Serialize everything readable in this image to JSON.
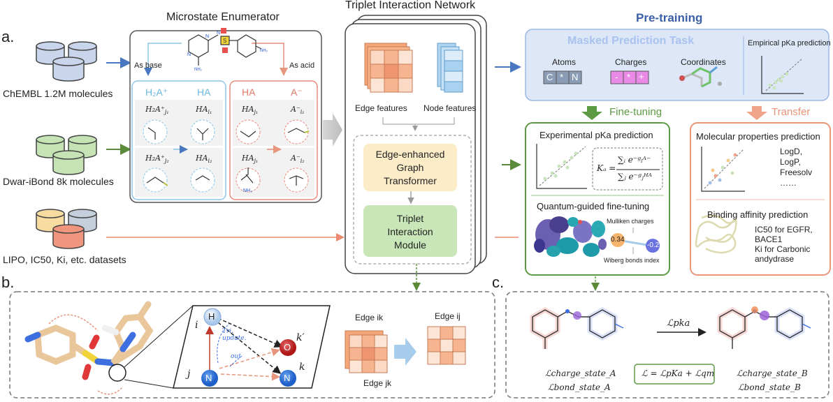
{
  "panel_labels": {
    "a": "a.",
    "b": "b.",
    "c": "c."
  },
  "datasets": {
    "chembl": "ChEMBL 1.2M molecules",
    "dwar": "Dwar-iBond 8k molecules",
    "lipo": "LIPO, IC50, Ki, etc. datasets"
  },
  "enumerator": {
    "title": "Microstate Enumerator",
    "as_base": "As base",
    "as_acid": "As acid",
    "base_states": {
      "h2a": "H₂A⁺",
      "ha": "HA"
    },
    "acid_states": {
      "ha": "HA",
      "a": "A⁻"
    },
    "molecule_labels": {
      "h2a_1": "H₂A⁺",
      "h2a_1_sub": "j₁",
      "h2a_2": "H₂A⁺",
      "h2a_2_sub": "j₂",
      "ha_1": "HA",
      "ha_1_sub": "i₁",
      "ha_2": "HA",
      "ha_2_sub": "i₂",
      "haj_1": "HA",
      "haj_1_sub": "j₁",
      "haj_2": "HA",
      "haj_2_sub": "j₁",
      "ai_1": "A⁻",
      "ai_1_sub": "i₁",
      "ai_2": "A⁻",
      "ai_2_sub": "i₂"
    },
    "atom_labels": {
      "nh2": "NH₂",
      "nh3": "NH₃⁺",
      "n": "N",
      "h": "H"
    }
  },
  "tin": {
    "title": "Triplet Interaction Network",
    "edge_features": "Edge features",
    "node_features": "Node features",
    "egt": [
      "Edge-enhanced",
      "Graph",
      "Transformer"
    ],
    "tim": [
      "Triplet",
      "Interaction",
      "Module"
    ]
  },
  "pretraining": {
    "title": "Pre-training",
    "task": "Masked Prediction Task",
    "atoms": "Atoms",
    "charges": "Charges",
    "coordinates": "Coordinates",
    "empirical": "Empirical pKa prediction",
    "atom_tokens": [
      "C",
      "*",
      "N"
    ],
    "charge_tokens": [
      "-",
      "*",
      "+"
    ]
  },
  "finetuning": {
    "label": "Fine-tuning",
    "exp_title": "Experimental pKa prediction",
    "quantum_title": "Quantum-guided fine-tuning",
    "mulliken": "Mulliken charges",
    "wiberg": "Wiberg bonds index",
    "val_pos": "0.34",
    "val_neg": "-0.2",
    "formula_lhs": "Kₐ =",
    "formula_num": "∑ᵢ e⁻ᵍᵢᴬ⁻",
    "formula_den": "∑ⱼ e⁻ᵍⱼᴴᴬ"
  },
  "transfer": {
    "label": "Transfer",
    "mol_title": "Molecular properties prediction",
    "props": [
      "LogD,",
      "LogP,",
      "Freesolv",
      "……"
    ],
    "bind_title": "Binding affinity prediction",
    "bind_lines": [
      "IC50 for EGFR,",
      "BACE1",
      "Ki for Carbonic",
      "andydrase"
    ]
  },
  "panel_b": {
    "node_i": "i",
    "node_j": "j",
    "node_k": "k",
    "node_kp": "k′",
    "atom_h": "H",
    "atom_o": "O",
    "atom_n1": "N",
    "atom_n2": "N",
    "tri_update": [
      "Tri.",
      "update."
    ],
    "out": "out",
    "edge_ik": "Edge ik",
    "edge_ij": "Edge ij",
    "edge_jk": "Edge jk"
  },
  "panel_c": {
    "loss_pka": "ℒpka",
    "charge_a": "ℒcharge_state_A",
    "bond_a": "ℒbond_state_A",
    "charge_b": "ℒcharge_state_B",
    "bond_b": "ℒbond_state_B",
    "total": "ℒ = ℒpKa + ℒqm"
  },
  "colors": {
    "blue_arrow": "#4a78c0",
    "green_arrow": "#5a8a3a",
    "salmon_arrow": "#e8957d",
    "pretrain_blue": "#9ab8e6",
    "finetune_green": "#5c9a43",
    "transfer_salmon": "#e89578"
  }
}
